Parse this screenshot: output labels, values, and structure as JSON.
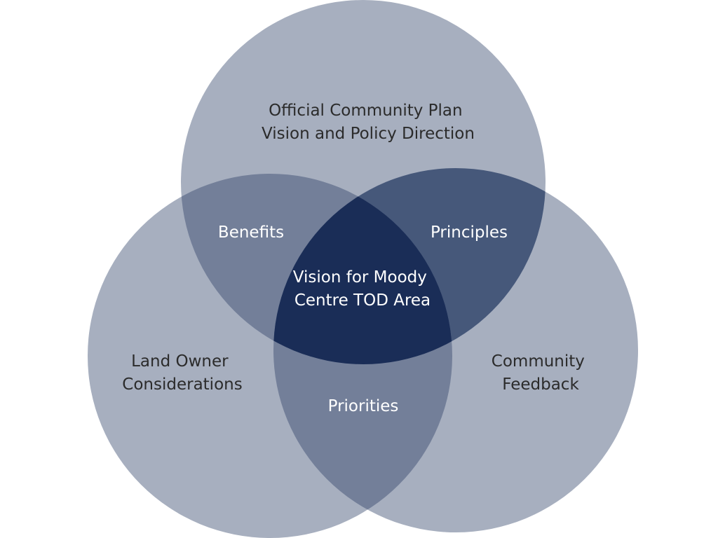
{
  "diagram": {
    "circles": {
      "top": [
        "Official Community Plan",
        "Vision and Policy Direction"
      ],
      "left": [
        "Land Owner",
        "Considerations"
      ],
      "right": [
        "Community",
        "Feedback"
      ]
    },
    "overlaps": {
      "top_left": "Benefits",
      "top_right": "Principles",
      "left_right": "Priorities",
      "center": [
        "Vision for Moody",
        "Centre TOD Area"
      ]
    },
    "colors": {
      "single": "#a7afbf",
      "double_left": "#737f99",
      "double_right": "#46587a",
      "center": "#1a2d57",
      "dark_text": "#2b2b2b",
      "light_text": "#ffffff"
    }
  }
}
